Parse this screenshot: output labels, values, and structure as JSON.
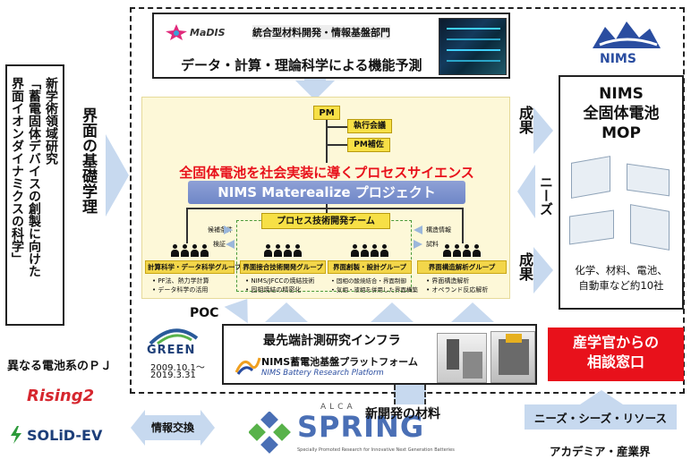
{
  "left_box": {
    "lines": [
      "新学術領域研究",
      "「蓄電固体デバイスの創製に向けた",
      "界面イオンダイナミクスの科学」"
    ]
  },
  "left_vertical_label": "界面の基礎学理",
  "madis": {
    "logo_text": "MaDIS",
    "dept": "統合型材料開発・情報基盤部門",
    "subtitle": "データ・計算・理論科学による機能予測"
  },
  "nims_logo": "NIMS",
  "center": {
    "pm": "PM",
    "exec": "執行会議",
    "pm_assist": "PM補佐",
    "red_title": "全固体電池を社会実装に導くプロセスサイエンス",
    "project_title": "NIMS Materealize プロジェクト",
    "team": "プロセス技術開発チーム",
    "left_notes": [
      "候補条件",
      "検証"
    ],
    "right_notes": [
      "構造情報",
      "試料"
    ],
    "groups": [
      {
        "label": "計算科学・データ科学グループ",
        "bullets": [
          "PF法、熱力学計算",
          "データ科学の活用"
        ]
      },
      {
        "label": "界面接合技術開発グループ",
        "bullets": [
          "NIMS/JFCCの焼結技術",
          "固相焼結の精密化"
        ]
      },
      {
        "label": "界面創製・設計グループ",
        "bullets": [
          "固相の酸焼結合・界面制御",
          "気相・液相を併用した界面構築"
        ]
      },
      {
        "label": "界面構造解析グループ",
        "bullets": [
          "界面構造解析",
          "オペランド反応解析"
        ]
      }
    ]
  },
  "right_labels": {
    "result_top": "成果",
    "needs": "ニーズ",
    "result_bottom": "成果"
  },
  "mop": {
    "title_lines": [
      "NIMS",
      "全固体電池",
      "MOP"
    ],
    "desc_lines": [
      "化学、材料、電池、",
      "自動車など約10社"
    ]
  },
  "poc": "POC",
  "green": {
    "name": "GREEN",
    "dates": [
      "2009.10.1～",
      "2019.3.31"
    ]
  },
  "infra": {
    "title": "最先端計測研究インフラ",
    "platform_jp": "NIMS蓄電池基盤プラットフォーム",
    "platform_en": "NIMS Battery Research Platform"
  },
  "consult": {
    "lines": [
      "産学官からの",
      "相談窓口"
    ],
    "bg_color": "#e8111b"
  },
  "bottom": {
    "other_pj": "異なる電池系のＰＪ",
    "rising": "Rising2",
    "solid_ev": "SOLiD-EV",
    "exchange": "情報交換",
    "alca": "ALCA",
    "spring": "SPRING",
    "spring_sub": "Specially Promoted Research for Innovative Next Generation Batteries",
    "new_materials": "新開発の材料",
    "needs_seeds": "ニーズ・シーズ・リソース",
    "academia": "アカデミア・産業界"
  },
  "colors": {
    "accent_red": "#e8111b",
    "arrow_blue": "#c7d9ef",
    "project_blue": "#6f86c7",
    "yellow": "#f7e046",
    "nims_blue": "#2a4da0"
  }
}
